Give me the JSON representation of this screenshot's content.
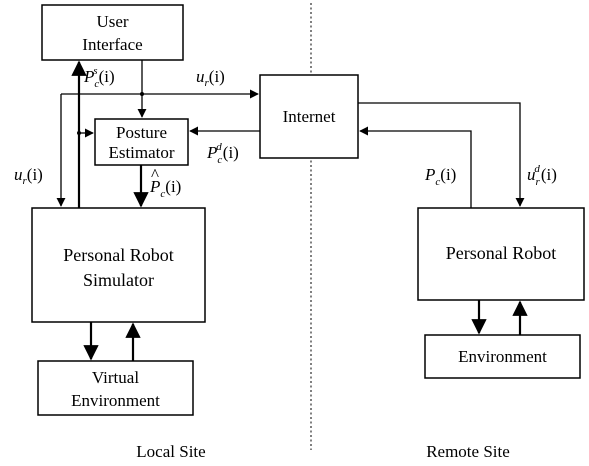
{
  "boxes": {
    "user_interface": [
      "User",
      "Interface"
    ],
    "posture_estimator": [
      "Posture",
      "Estimator"
    ],
    "internet": "Internet",
    "simulator": [
      "Personal Robot",
      "Simulator"
    ],
    "virtual_env": [
      "Virtual",
      "Environment"
    ],
    "personal_robot": "Personal Robot",
    "environment": "Environment"
  },
  "signals": {
    "pcs": {
      "base": "P",
      "sub": "c",
      "sup": "s",
      "arg": "(i)"
    },
    "ur_top": {
      "base": "u",
      "sub": "r",
      "arg": "(i)"
    },
    "ur_left": {
      "base": "u",
      "sub": "r",
      "arg": "(i)"
    },
    "pcd": {
      "base": "P",
      "sub": "c",
      "sup": "d",
      "arg": "(i)"
    },
    "pc_hat": {
      "base": "P",
      "hat": "^",
      "sub": "c",
      "arg": "(i)"
    },
    "pc_remote": {
      "base": "P",
      "sub": "c",
      "arg": "(i)"
    },
    "urd": {
      "base": "u",
      "sub": "r",
      "sup": "d",
      "arg": "(i)"
    }
  },
  "sites": {
    "local": "Local Site",
    "remote": "Remote Site"
  }
}
